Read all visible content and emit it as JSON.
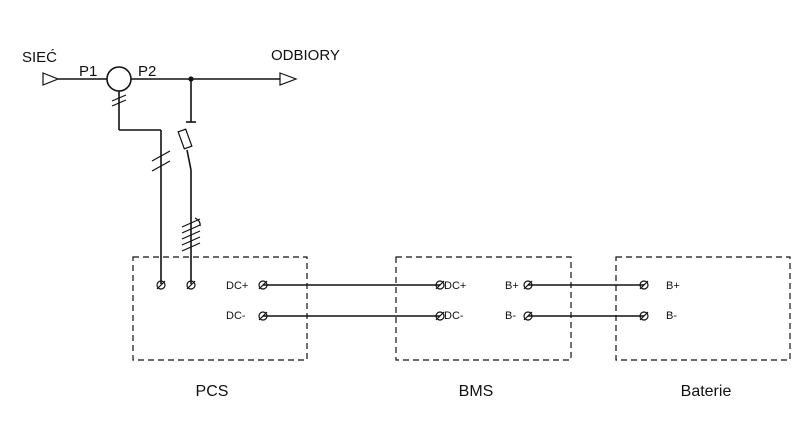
{
  "colors": {
    "line": "#111111",
    "background": "#ffffff"
  },
  "labels": {
    "source": "SIEĆ",
    "loads": "ODBIORY",
    "p1": "P1",
    "p2": "P2"
  },
  "blocks": {
    "pcs": {
      "name": "PCS",
      "terminal_pos": "DC+",
      "terminal_neg": "DC-"
    },
    "bms": {
      "name": "BMS",
      "in_pos": "DC+",
      "in_neg": "DC-",
      "out_pos": "B+",
      "out_neg": "B-"
    },
    "battery": {
      "name": "Baterie",
      "terminal_pos": "B+",
      "terminal_neg": "B-"
    }
  },
  "icons": [
    "arrow-triangle-icon",
    "current-transformer-icon",
    "fuse-icon",
    "terminal-icon"
  ]
}
